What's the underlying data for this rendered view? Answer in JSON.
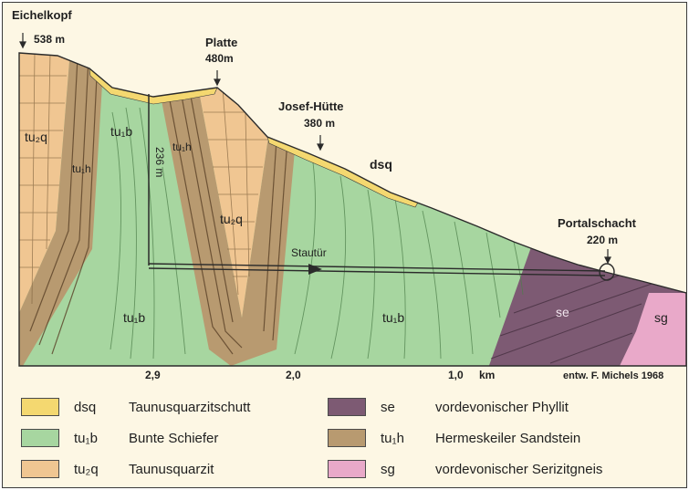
{
  "colors": {
    "dsq": "#f4d870",
    "tu1b": "#a7d6a0",
    "tu2q": "#f0c692",
    "se": "#7d5a73",
    "tu1h": "#b89a70",
    "sg": "#e9a9c9",
    "background": "#fdf7e4"
  },
  "peaks": {
    "eichelkopf": {
      "name": "Eichelkopf",
      "elev": "538 m"
    },
    "platte": {
      "name": "Platte",
      "elev": "480m"
    },
    "josef": {
      "name": "Josef-Hütte",
      "elev": "380 m"
    },
    "portal": {
      "name": "Portalschacht",
      "elev": "220 m"
    }
  },
  "section_labels": {
    "tu2q_left": "tu₂q",
    "tu1h_left": "tu₁h",
    "tu1b_upper": "tu₁b",
    "depth": "236 m",
    "tu1h_mid": "tu₁h",
    "tu2q_mid": "tu₂q",
    "tu1b_lower": "tu₁b",
    "tu1b_right": "tu₁b",
    "dsq": "dsq",
    "stautur": "Stautür",
    "se": "se",
    "sg": "sg"
  },
  "axis": {
    "tick1": "2,9",
    "tick2": "2,0",
    "tick3": "1,0",
    "unit": "km",
    "credit": "entw. F. Michels 1968"
  },
  "legend": {
    "items": [
      {
        "code": "dsq",
        "text": "Taunusquarzitschutt",
        "color_key": "dsq"
      },
      {
        "code": "tu₁b",
        "text": "Bunte Schiefer",
        "color_key": "tu1b"
      },
      {
        "code": "tu₂q",
        "text": "Taunusquarzit",
        "color_key": "tu2q"
      },
      {
        "code": "se",
        "text": "vordevonischer Phyllit",
        "color_key": "se"
      },
      {
        "code": "tu₁h",
        "text": "Hermeskeiler Sandstein",
        "color_key": "tu1h"
      },
      {
        "code": "sg",
        "text": "vordevonischer Serizitgneis",
        "color_key": "sg"
      }
    ]
  }
}
